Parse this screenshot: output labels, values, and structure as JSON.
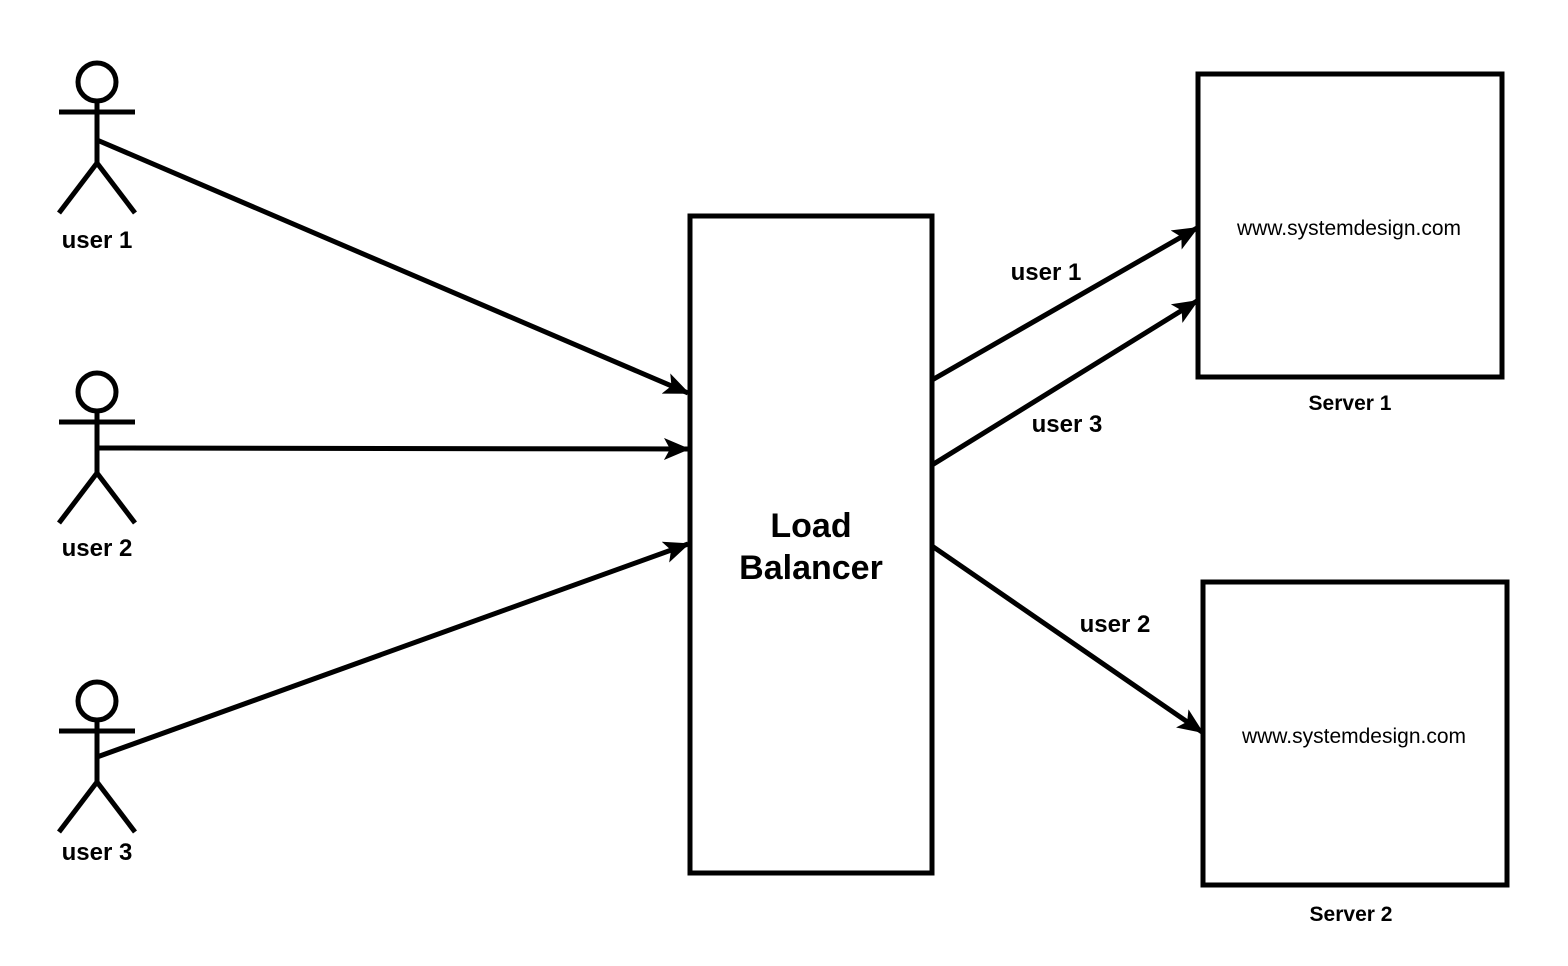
{
  "actors": [
    {
      "label": "user 1"
    },
    {
      "label": "user 2"
    },
    {
      "label": "user 3"
    }
  ],
  "load_balancer": {
    "line1": "Load",
    "line2": "Balancer"
  },
  "servers": [
    {
      "content": "www.systemdesign.com",
      "caption": "Server 1"
    },
    {
      "content": "www.systemdesign.com",
      "caption": "Server 2"
    }
  ],
  "routes": [
    {
      "label": "user 1",
      "to": "Server 1"
    },
    {
      "label": "user 3",
      "to": "Server 1"
    },
    {
      "label": "user 2",
      "to": "Server 2"
    }
  ],
  "colors": {
    "stroke": "#000000",
    "background": "#ffffff"
  }
}
